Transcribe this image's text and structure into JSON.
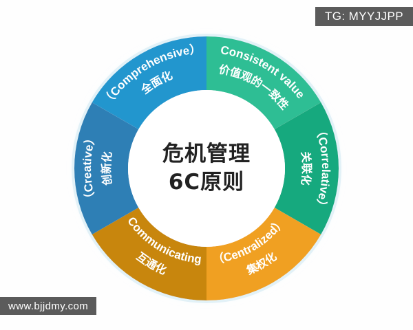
{
  "watermarks": {
    "top_right": "TG: MYYJJPP",
    "bottom_left": "www.bjjdmy.com"
  },
  "center": {
    "line1": "危机管理",
    "line2": "6C原则"
  },
  "chart_data": {
    "type": "pie",
    "title": "危机管理 6C原则",
    "subtitle": "",
    "xlabel": "",
    "ylabel": "",
    "legend_position": "none",
    "grid": false,
    "donut": true,
    "inner_radius_ratio": 0.59,
    "start_angle_deg": 0,
    "categories": [
      "Consistent value",
      "Correlative",
      "Centralized",
      "Communicating",
      "Creative",
      "Comprehensive"
    ],
    "values": [
      16.6667,
      16.6667,
      16.6667,
      16.6667,
      16.6667,
      16.6667
    ],
    "colors": [
      "#2DBE94",
      "#17A97E",
      "#F0A020",
      "#C8860D",
      "#2E7FB5",
      "#2196CE"
    ],
    "slices": [
      {
        "id": "consistent-value",
        "label_en": "（Consistent value）",
        "label_zh": "价值观的一致性",
        "color": "#2DBE94",
        "value": 16.6667,
        "start_deg": 0,
        "end_deg": 60
      },
      {
        "id": "correlative",
        "label_en": "（Correlative）",
        "label_zh": "关联化",
        "color": "#17A97E",
        "value": 16.6667,
        "start_deg": 60,
        "end_deg": 120
      },
      {
        "id": "centralized",
        "label_en": "（Centralized）",
        "label_zh": "集权化",
        "color": "#F0A020",
        "value": 16.6667,
        "start_deg": 120,
        "end_deg": 180
      },
      {
        "id": "communicating",
        "label_en": "（Communicating）",
        "label_zh": "互通化",
        "color": "#C8860D",
        "value": 16.6667,
        "start_deg": 180,
        "end_deg": 240
      },
      {
        "id": "creative",
        "label_en": "（Creative）",
        "label_zh": "创新化",
        "color": "#2E7FB5",
        "value": 16.6667,
        "start_deg": 240,
        "end_deg": 300
      },
      {
        "id": "comprehensive",
        "label_en": "（Comprehensive）",
        "label_zh": "全面化",
        "color": "#2196CE",
        "value": 16.6667,
        "start_deg": 300,
        "end_deg": 360
      }
    ]
  }
}
